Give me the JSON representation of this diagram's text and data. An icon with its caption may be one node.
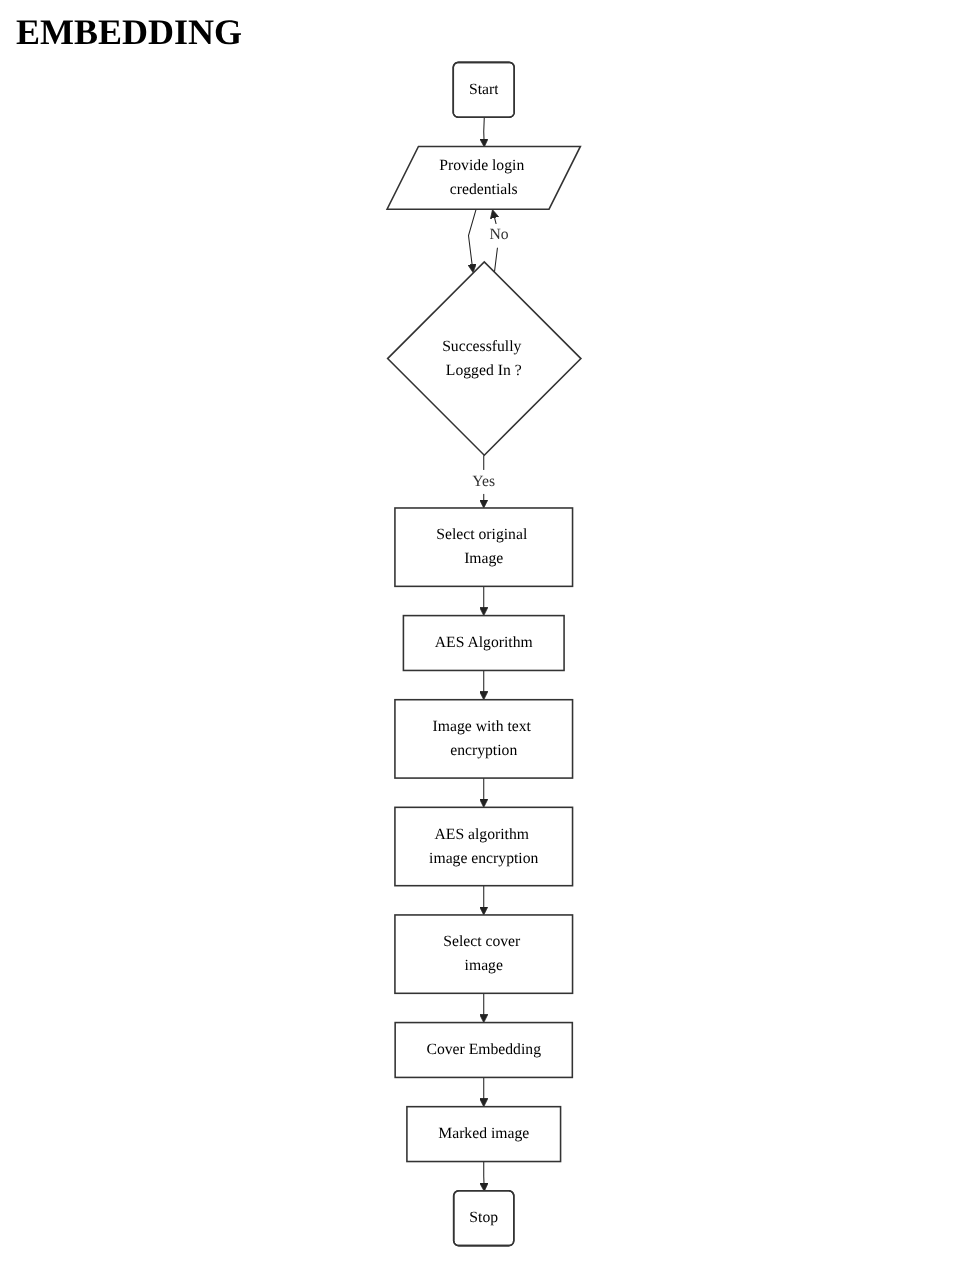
{
  "diagram": {
    "title": "EMBEDDING",
    "nodes": [
      {
        "text": [
          "Start"
        ]
      },
      {
        "text": [
          "Provide login credentials"
        ]
      },
      {
        "text": [
          "Successfully Logged In ?"
        ]
      },
      {
        "text": [
          "Select original Image"
        ]
      },
      {
        "text": [
          "AES Algorithm"
        ]
      },
      {
        "text": [
          "Image with text encryption"
        ]
      },
      {
        "text": [
          "AES algorithm image encryption"
        ]
      },
      {
        "text": [
          "Select cover image"
        ]
      },
      {
        "text": [
          "Cover Embedding"
        ]
      },
      {
        "text": [
          "Marked image"
        ]
      },
      {
        "text": [
          "Stop"
        ]
      }
    ],
    "edges": [
      {
        "from": 0,
        "to": 1,
        "arrow": "to"
      },
      {
        "from": 1,
        "to": 2,
        "arrow": "to"
      },
      {
        "from": 2,
        "to": 1,
        "label": "No",
        "arrow": "to"
      },
      {
        "from": 2,
        "to": 3,
        "label": "Yes",
        "arrow": "to"
      },
      {
        "from": 3,
        "to": 4,
        "arrow": "to"
      },
      {
        "from": 4,
        "to": 5,
        "arrow": "to"
      },
      {
        "from": 5,
        "to": 6,
        "arrow": "to"
      },
      {
        "from": 6,
        "to": 7,
        "arrow": "to"
      },
      {
        "from": 7,
        "to": 8,
        "arrow": "to"
      },
      {
        "from": 8,
        "to": 9,
        "arrow": "to"
      },
      {
        "from": 9,
        "to": 10,
        "arrow": "to"
      }
    ]
  }
}
